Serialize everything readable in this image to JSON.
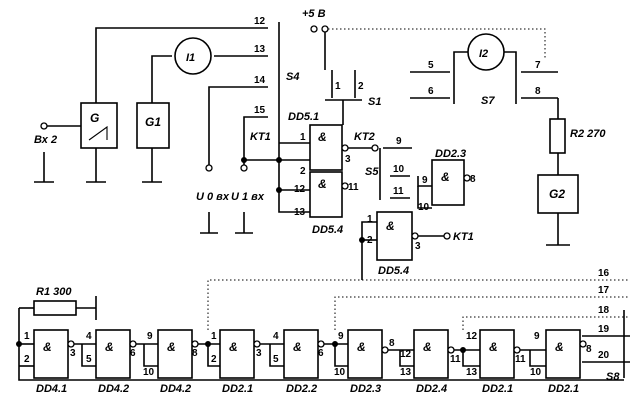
{
  "supply": "+5 В",
  "and_symbol": "&",
  "meters": {
    "i1": "I1",
    "i2": "I2"
  },
  "generators": {
    "g": "G",
    "g1": "G1",
    "g2": "G2"
  },
  "input_label": "Вх 2",
  "switches": {
    "s4": "S4",
    "s1": "S1",
    "s7": "S7",
    "s5": "S5",
    "s8": "S8"
  },
  "test_points": {
    "kt1": "KT1",
    "kt2": "KT2",
    "kt1_out": "KT1"
  },
  "voltages": {
    "u0": "U 0 вх",
    "u1": "U 1 вх"
  },
  "resistors": {
    "r2": "R2 270",
    "r1": "R1 300"
  },
  "chips": {
    "dd51": "DD5.1",
    "dd54_top": "DD5.4",
    "dd23_top": "DD2.3",
    "dd54_mid": "DD5.4",
    "dd41": "DD4.1",
    "dd42a": "DD4.2",
    "dd42b": "DD4.2",
    "dd21a": "DD2.1",
    "dd22": "DD2.2",
    "dd23": "DD2.3",
    "dd24": "DD2.4",
    "dd21b": "DD2.1",
    "dd21c": "DD2.1"
  },
  "bus_numbers": [
    "12",
    "13",
    "14",
    "15",
    "5",
    "6",
    "7",
    "8",
    "9",
    "10",
    "11",
    "16",
    "17",
    "18",
    "19",
    "20"
  ],
  "pins": {
    "s1_1": "1",
    "s1_2": "2",
    "dd51_1": "1",
    "dd51_2": "2",
    "dd51_3": "3",
    "dd54a_12": "12",
    "dd54a_13": "13",
    "dd54a_11": "11",
    "s5_10": "10",
    "s5_11": "11",
    "dd23t_9": "9",
    "dd23t_10": "10",
    "dd23t_8": "8",
    "dd54b_1": "1",
    "dd54b_2": "2",
    "dd54b_3": "3",
    "b1": "1",
    "b2": "2",
    "b3": "3",
    "b4": "4",
    "b5": "5",
    "b6": "6",
    "b9a": "9",
    "b10a": "10",
    "b8a": "8",
    "b1b": "1",
    "b2b": "2",
    "b3b": "3",
    "b4b": "4",
    "b5b": "5",
    "b6b": "6",
    "b9b": "9",
    "b10b": "10",
    "b8b": "8",
    "b12a": "12",
    "b13a": "13",
    "b11a": "11",
    "b12b": "12",
    "b13b": "13",
    "b11b": "11",
    "b9c": "9",
    "b10c": "10",
    "b8c": "8"
  }
}
